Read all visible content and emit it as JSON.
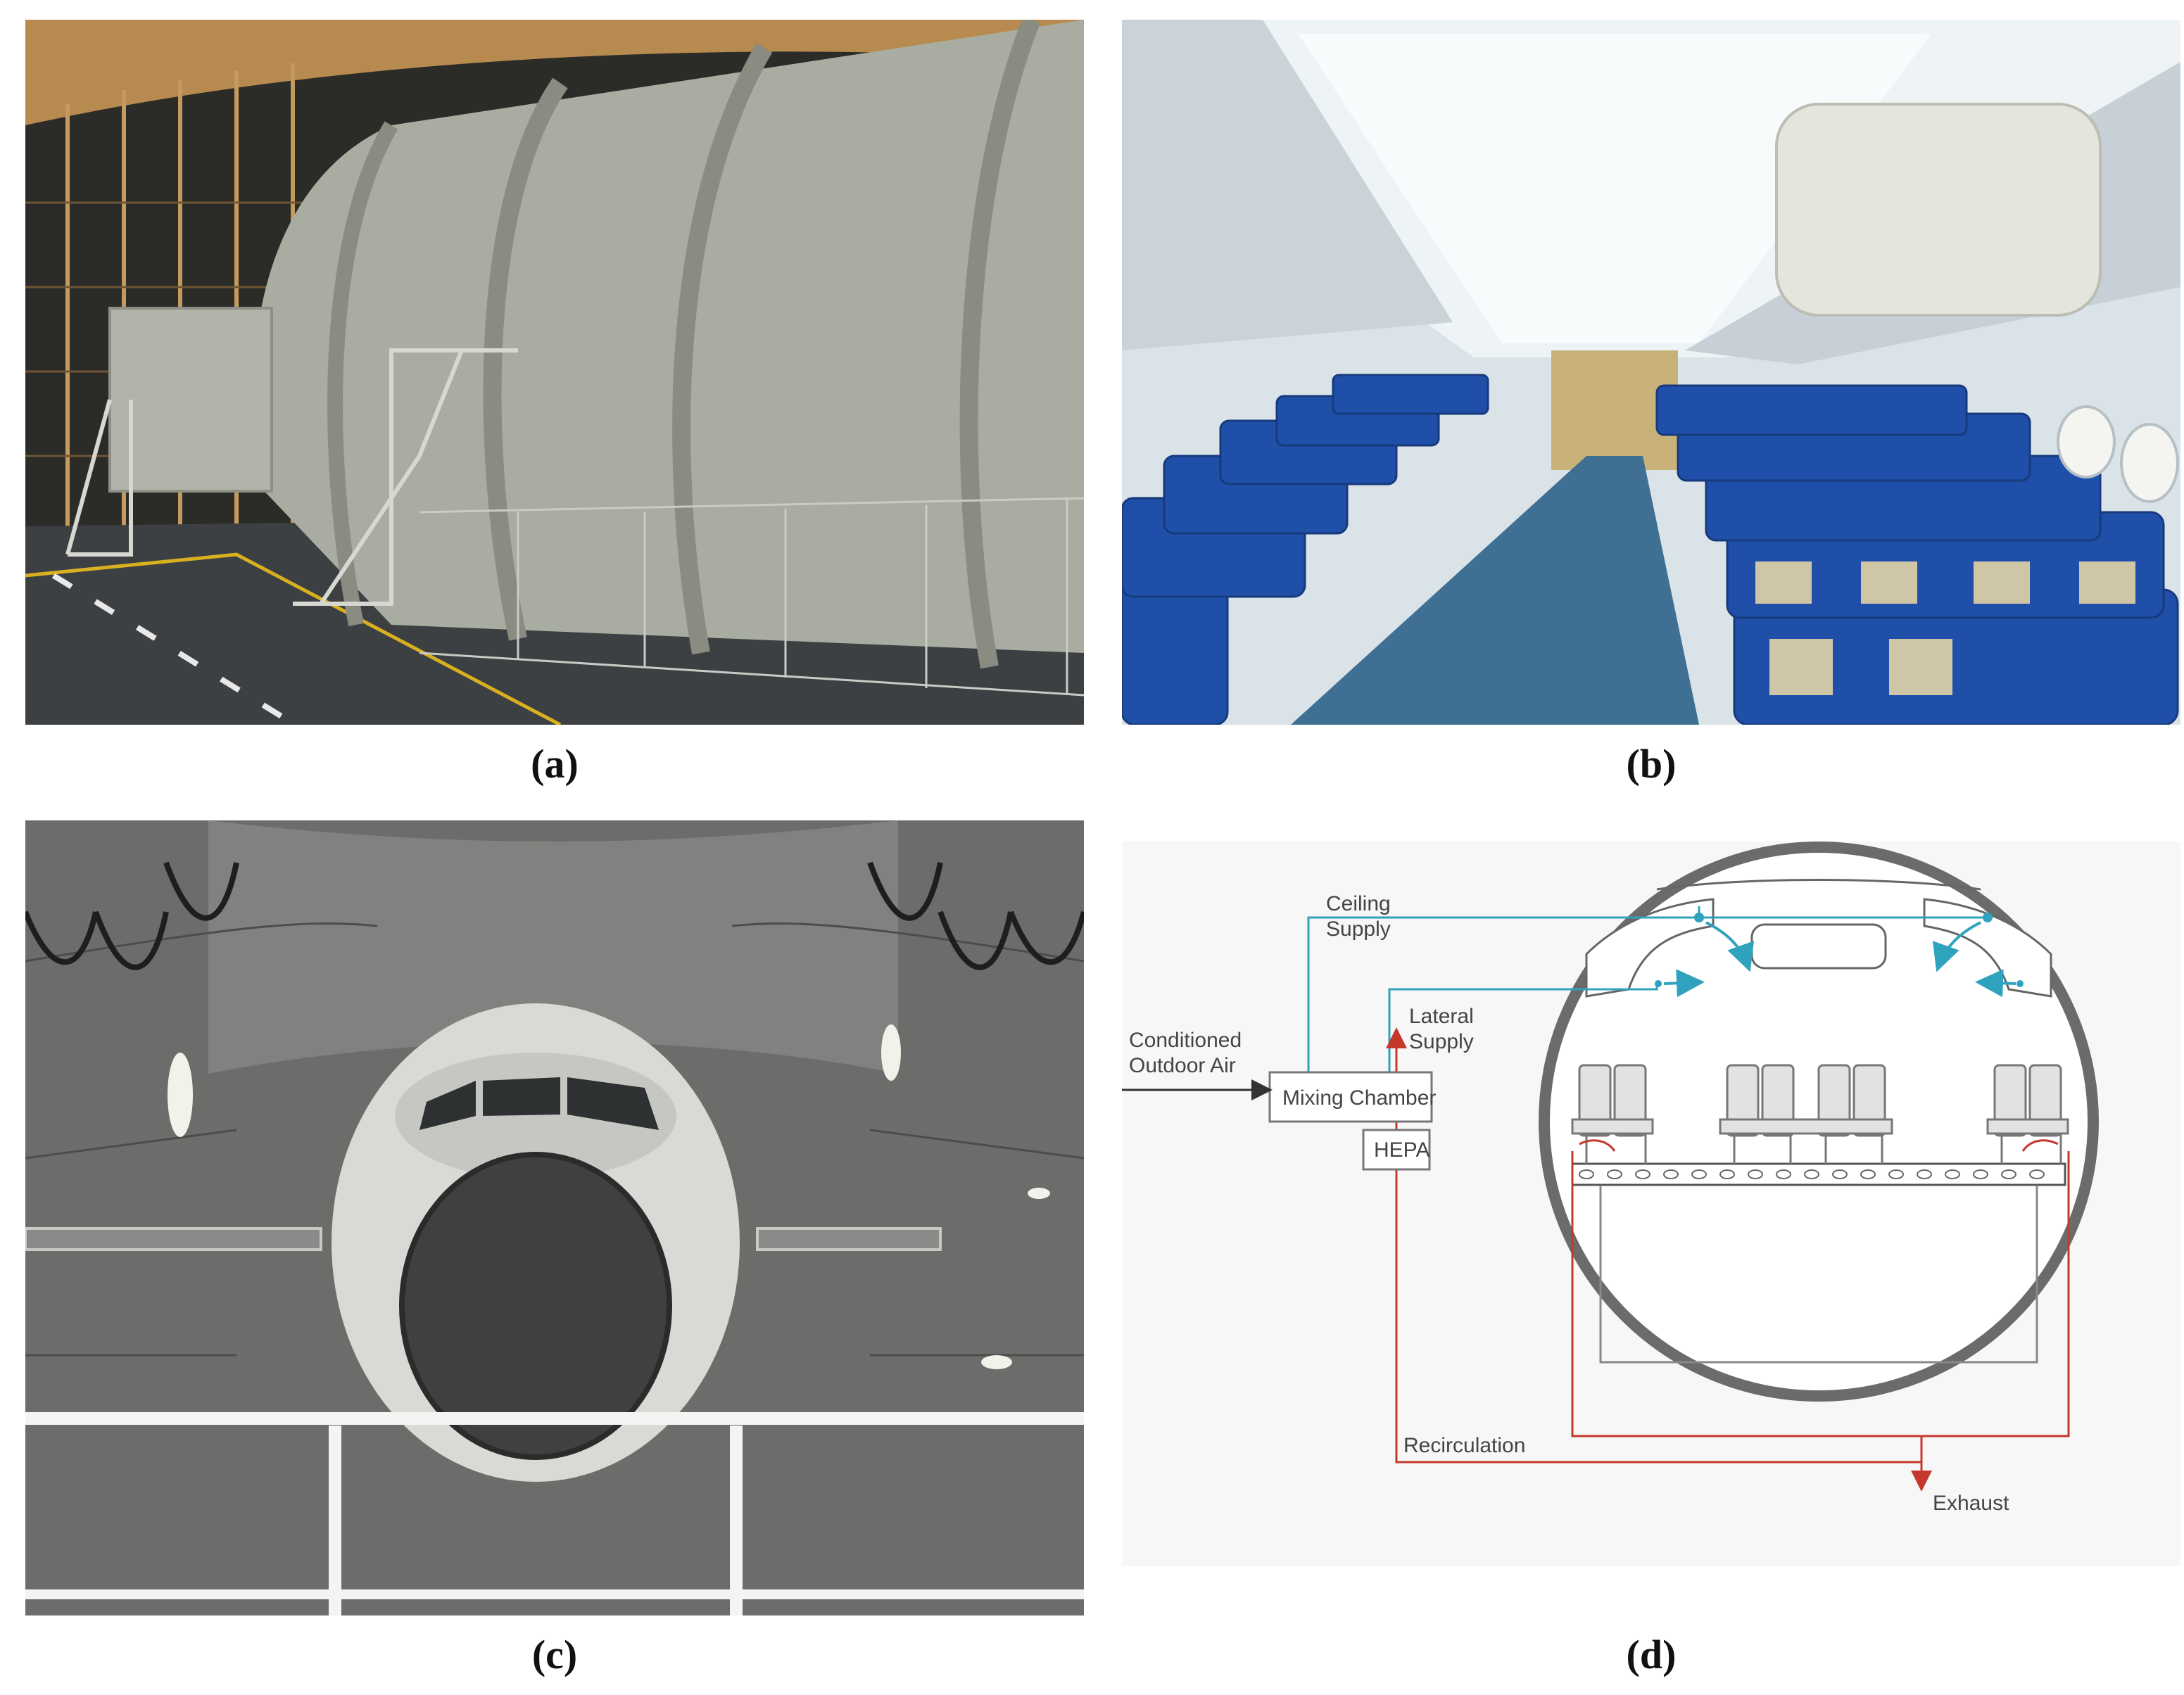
{
  "figure": {
    "panels": [
      {
        "id": "a",
        "caption": "(a)",
        "content": "photo"
      },
      {
        "id": "b",
        "caption": "(b)",
        "content": "photo"
      },
      {
        "id": "c",
        "caption": "(c)",
        "content": "photo"
      },
      {
        "id": "d",
        "caption": "(d)",
        "content": "diagram"
      }
    ]
  },
  "diagram": {
    "labels": {
      "ceiling_supply_1": "Ceiling",
      "ceiling_supply_2": "Supply",
      "lateral_supply_1": "Lateral",
      "lateral_supply_2": "Supply",
      "outdoor_1": "Conditioned",
      "outdoor_2": "Outdoor Air",
      "mixing": "Mixing Chamber",
      "hepa": "HEPA",
      "recirculation": "Recirculation",
      "exhaust": "Exhaust"
    },
    "colors": {
      "supply": "#2fa3bd",
      "return": "#c4382b",
      "structure": "#555555"
    }
  }
}
